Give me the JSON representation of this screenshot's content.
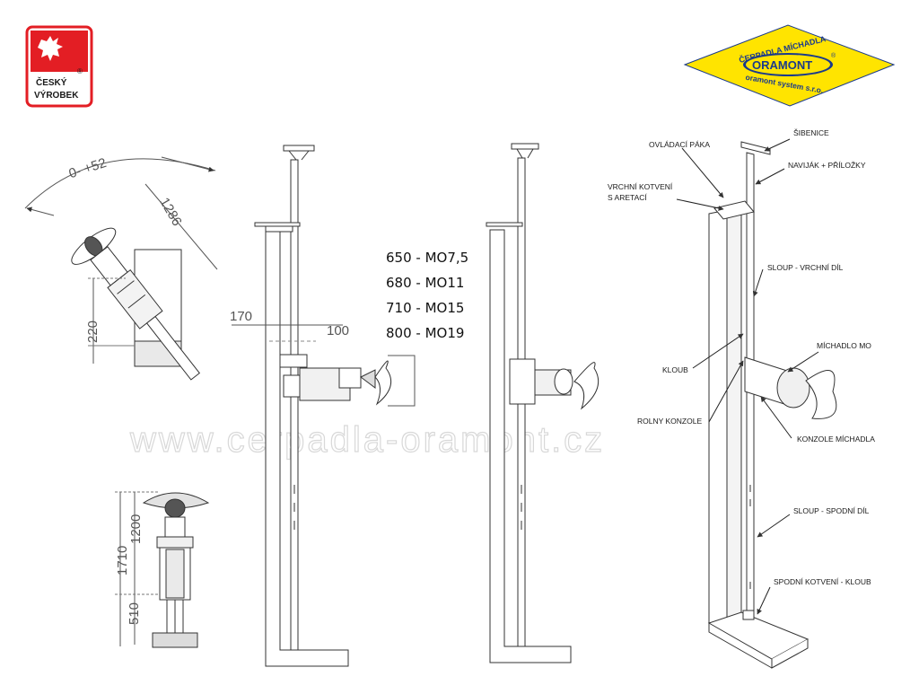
{
  "logos": {
    "czech_product": {
      "line1": "ČESKÝ",
      "line2": "VÝROBEK",
      "mark": "®",
      "color": "#e31e24"
    },
    "oramont": {
      "arc_text": "ČERPADLA  MÍCHADLA",
      "name": "ORAMONT",
      "mark": "®",
      "bottom_text": "oramont  system s.r.o.",
      "bg_color": "#ffe400",
      "text_color": "#1a3a8c"
    }
  },
  "watermark": "www.cerpadla-oramont.cz",
  "dimensions": {
    "angle": "0- +52",
    "length": "1286",
    "height_220": "220",
    "offset_170": "170",
    "offset_100": "100",
    "total_1710": "1710",
    "upper_1200": "1200",
    "lower_510": "510"
  },
  "models": [
    "650 - MO7,5",
    "680 - MO11",
    "710 - MO15",
    "800 - MO19"
  ],
  "parts": {
    "sibenice": "ŠIBENICE",
    "ovladaci_paka": "OVLÁDACÍ PÁKA",
    "navijak": "NAVIJÁK + PŘÍLOŽKY",
    "vrchni_kotveni_1": "VRCHNÍ KOTVENÍ",
    "vrchni_kotveni_2": "S ARETACÍ",
    "sloup_vrchni": "SLOUP - VRCHNÍ DÍL",
    "michadlo": "MÍCHADLO MO",
    "kloub": "KLOUB",
    "rolny": "ROLNY KONZOLE",
    "konzole": "KONZOLE MÍCHADLA",
    "sloup_spodni": "SLOUP - SPODNÍ DÍL",
    "spodni_kotveni": "SPODNÍ KOTVENÍ - KLOUB"
  }
}
